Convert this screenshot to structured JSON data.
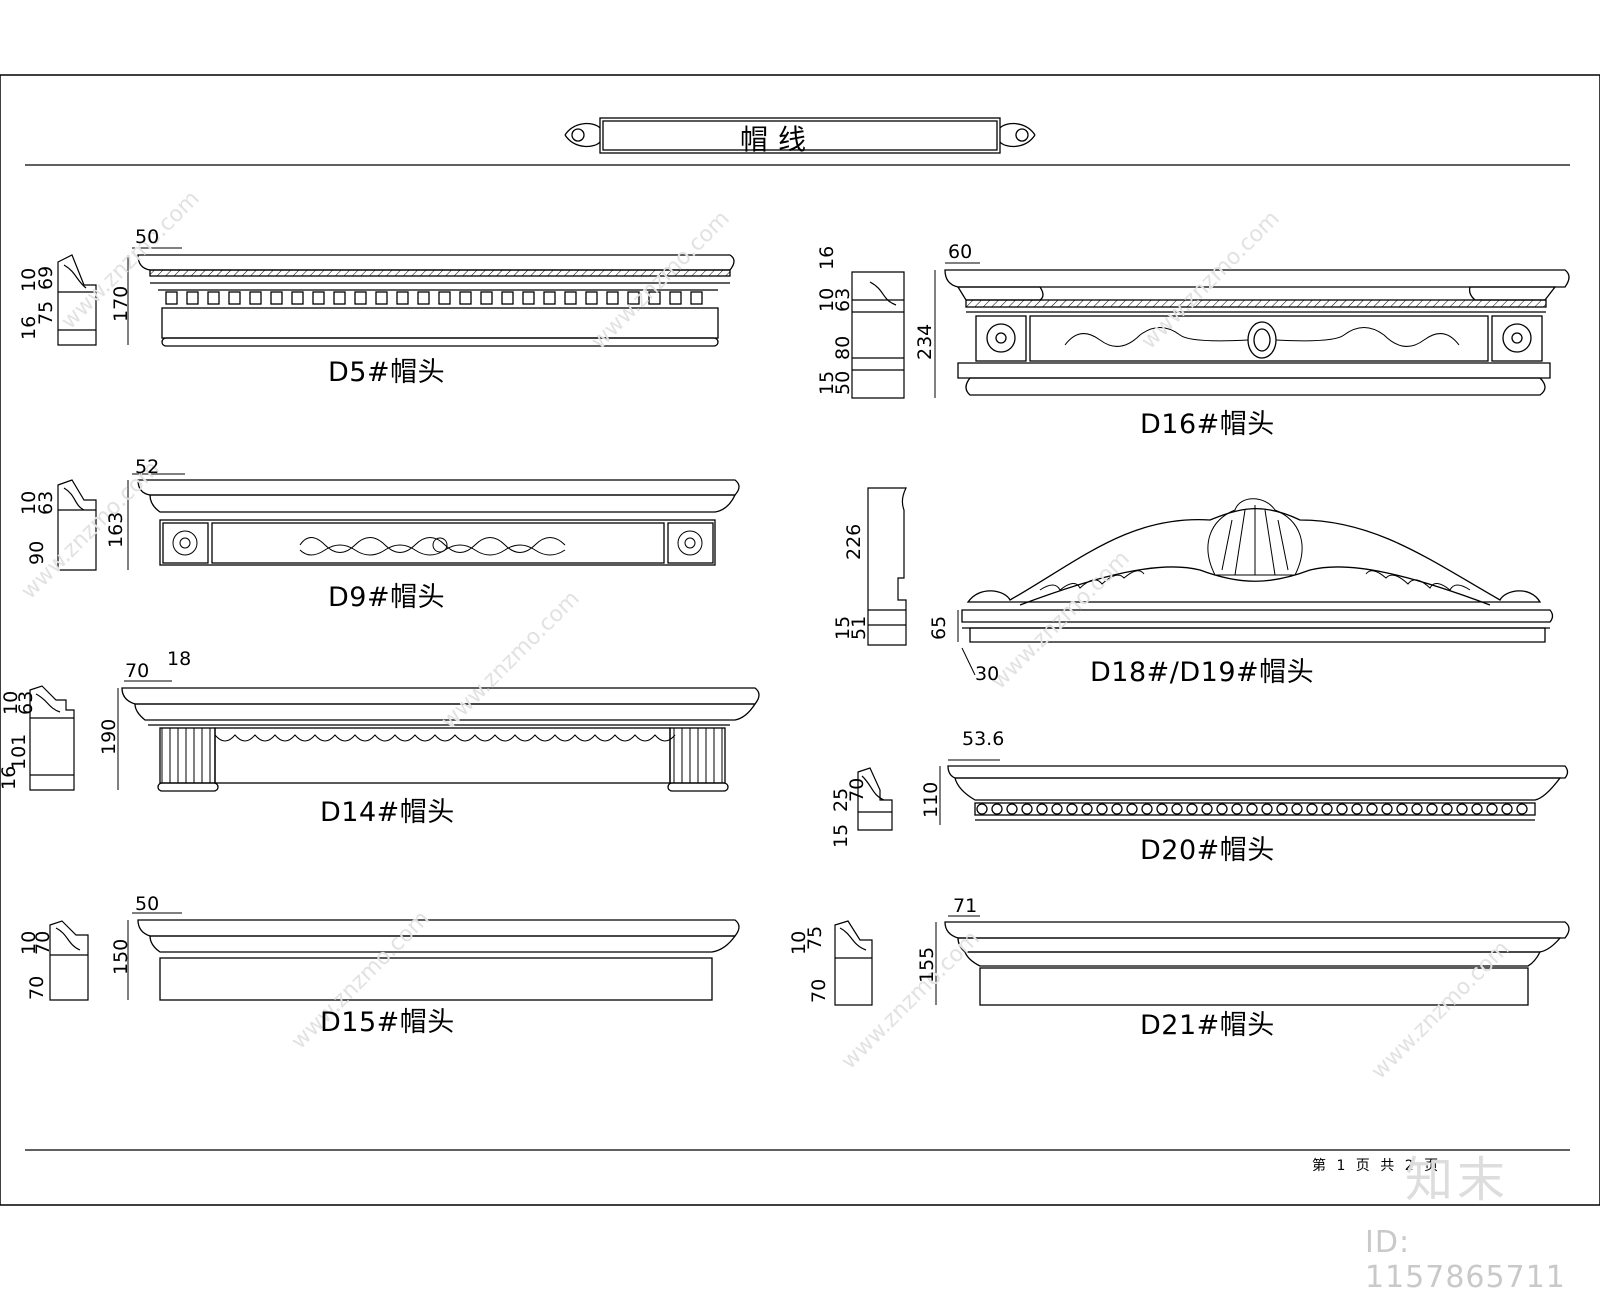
{
  "title": "帽线",
  "page_info": "第 1 页 共 2 页",
  "brand": "知末",
  "doc_id": "ID: 1157865711",
  "watermark_text": "www.znzmo.com",
  "panels": {
    "d5": {
      "label": "D5#帽头",
      "width_dim": "50",
      "height_dim": "170",
      "section_dims": [
        "10",
        "69",
        "75",
        "16"
      ]
    },
    "d9": {
      "label": "D9#帽头",
      "width_dim": "52",
      "height_dim": "163",
      "section_dims": [
        "10",
        "63",
        "90"
      ]
    },
    "d14": {
      "label": "D14#帽头",
      "width_dim": "70",
      "width_dim2": "18",
      "height_dim": "190",
      "section_dims": [
        "10",
        "63",
        "101",
        "16"
      ]
    },
    "d15": {
      "label": "D15#帽头",
      "width_dim": "50",
      "height_dim": "150",
      "section_dims": [
        "10",
        "70",
        "70"
      ]
    },
    "d16": {
      "label": "D16#帽头",
      "width_dim": "60",
      "height_dim": "234",
      "section_dims": [
        "16",
        "10",
        "63",
        "80",
        "50",
        "15"
      ]
    },
    "d18": {
      "label": "D18#/D19#帽头",
      "height_dim": "226",
      "section_dims": [
        "51",
        "15"
      ],
      "height_dim2": "65",
      "width_dim": "30"
    },
    "d20": {
      "label": "D20#帽头",
      "width_dim": "53.6",
      "height_dim": "110",
      "section_dims": [
        "70",
        "25",
        "15"
      ]
    },
    "d21": {
      "label": "D21#帽头",
      "width_dim": "71",
      "height_dim": "155",
      "section_dims": [
        "10",
        "75",
        "70"
      ]
    }
  }
}
